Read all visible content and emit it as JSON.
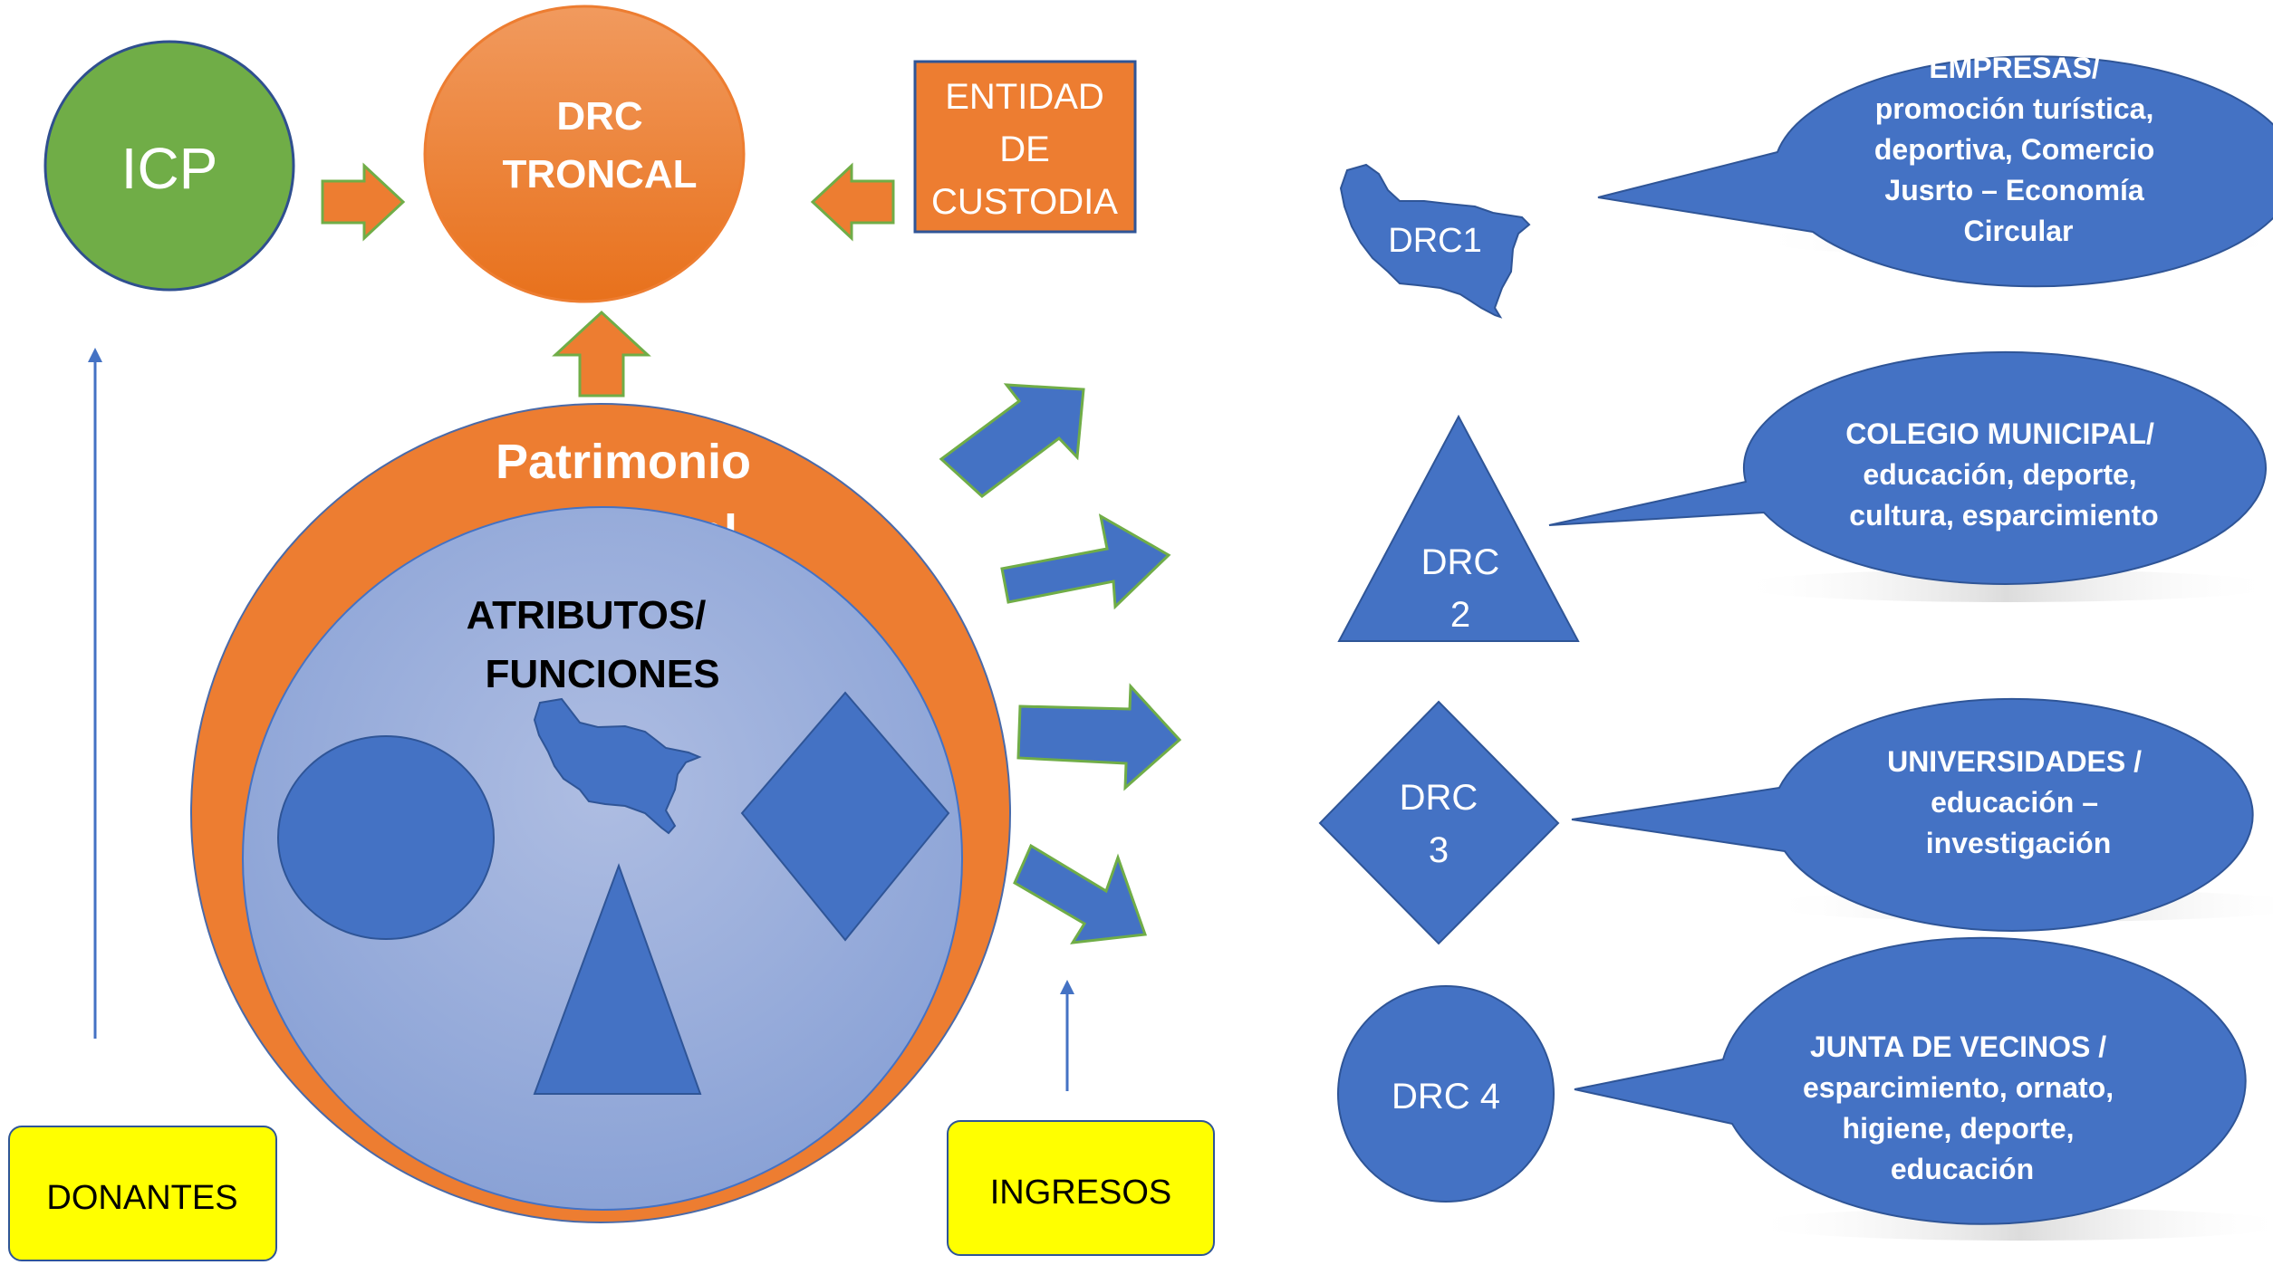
{
  "nodes": {
    "icp": {
      "label": "ICP"
    },
    "drc_troncal": {
      "line1": "DRC",
      "line2": "TRONCAL"
    },
    "entidad": {
      "line1": "ENTIDAD",
      "line2": "DE",
      "line3": "CUSTODIA"
    },
    "patrimonio": {
      "line1": "Patrimonio",
      "line2": "ambiental"
    },
    "atributos": {
      "line1": "ATRIBUTOS/",
      "line2": "FUNCIONES"
    },
    "donantes": {
      "label": "DONANTES"
    },
    "ingresos": {
      "label": "INGRESOS"
    },
    "drc1": {
      "label": "DRC1"
    },
    "drc2": {
      "line1": "DRC",
      "line2": "2"
    },
    "drc3": {
      "line1": "DRC",
      "line2": "3"
    },
    "drc4": {
      "label": "DRC 4"
    }
  },
  "callouts": {
    "empresas": {
      "lines": [
        "EMPRESAS/",
        "promoción turística,",
        "deportiva, Comercio",
        "Jusrto – Economía",
        "Circular"
      ]
    },
    "colegio": {
      "lines": [
        "COLEGIO MUNICIPAL/",
        "educación, deporte,",
        "cultura, esparcimiento"
      ]
    },
    "universidades": {
      "lines": [
        "UNIVERSIDADES /",
        "educación –",
        "investigación"
      ]
    },
    "junta": {
      "lines": [
        "JUNTA DE VECINOS /",
        "esparcimiento, ornato,",
        "higiene, deporte,",
        "educación"
      ]
    }
  },
  "colors": {
    "green": "#70ad47",
    "orange": "#ed7d31",
    "blue": "#4472c4",
    "light_blue": "#8faadc",
    "yellow": "#ffff00"
  }
}
